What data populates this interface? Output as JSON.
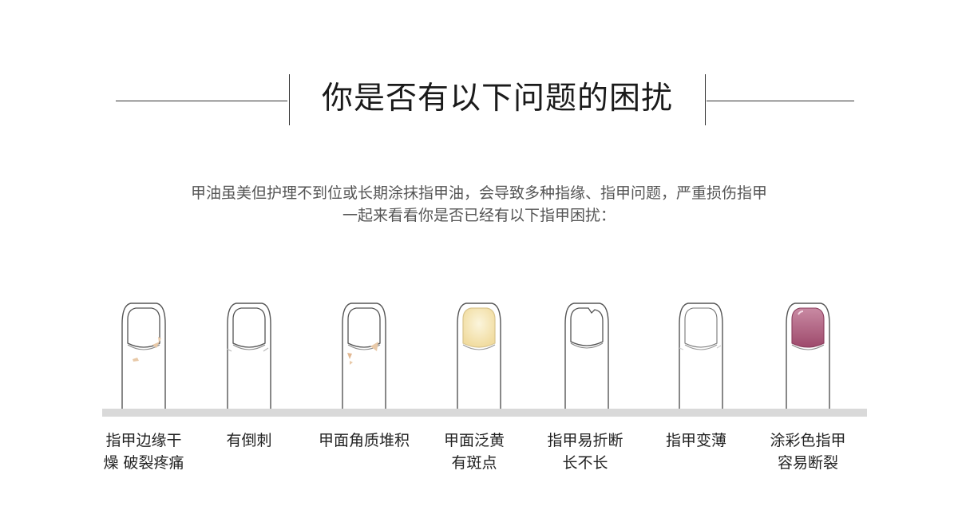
{
  "title": "你是否有以下问题的困扰",
  "intro": {
    "line1": "甲油虽美但护理不到位或长期涂抹指甲油，会导致多种指缘、指甲问题，严重损伤指甲",
    "line2": "一起来看看你是否已经有以下指甲困扰："
  },
  "problems": [
    {
      "lines": [
        "指甲边缘干",
        "燥 破裂疼痛"
      ],
      "icon": "dry-cracked-nail-icon"
    },
    {
      "lines": [
        "有倒刺"
      ],
      "icon": "hangnail-icon"
    },
    {
      "lines": [
        "甲面角质堆积"
      ],
      "icon": "cuticle-buildup-nail-icon"
    },
    {
      "lines": [
        "甲面泛黄",
        "有斑点"
      ],
      "icon": "yellow-spotted-nail-icon"
    },
    {
      "lines": [
        "指甲易折断",
        "长不长"
      ],
      "icon": "brittle-nail-icon"
    },
    {
      "lines": [
        "指甲变薄"
      ],
      "icon": "thin-nail-icon"
    },
    {
      "lines": [
        "涂彩色指甲",
        "容易断裂"
      ],
      "icon": "polished-nail-icon"
    }
  ],
  "colors": {
    "outline": "#555555",
    "stain": "#e8c9a8",
    "yellow_nail": "#f7ecc8",
    "polish": "#b05a7a",
    "base_bar": "#d9d9d9"
  }
}
